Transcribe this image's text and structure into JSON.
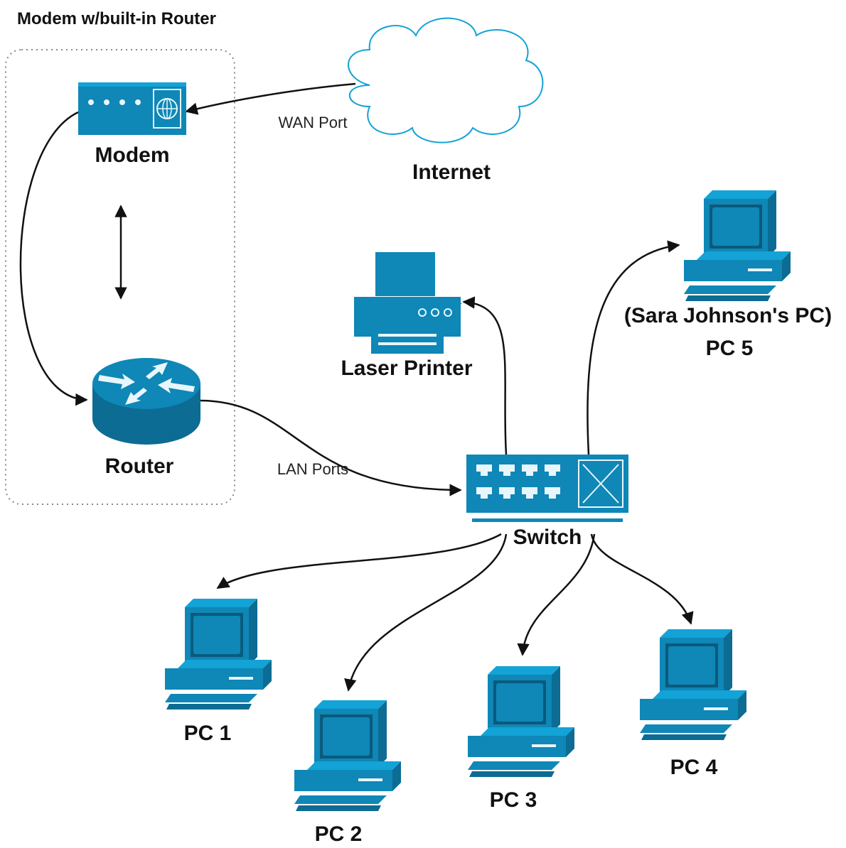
{
  "group": {
    "title": "Modem w/built-in Router"
  },
  "nodes": {
    "internet": {
      "label": "Internet"
    },
    "modem": {
      "label": "Modem"
    },
    "router": {
      "label": "Router"
    },
    "switch": {
      "label": "Switch"
    },
    "printer": {
      "label": "Laser Printer"
    },
    "pc1": {
      "label": "PC 1"
    },
    "pc2": {
      "label": "PC 2"
    },
    "pc3": {
      "label": "PC 3"
    },
    "pc4": {
      "label": "PC 4"
    },
    "pc5": {
      "label": "PC 5",
      "owner_label": "(Sara Johnson's PC)"
    }
  },
  "edges": {
    "wan": {
      "label": "WAN Port"
    },
    "lan": {
      "label": "LAN Ports"
    }
  },
  "colors": {
    "device": "#0f87b7",
    "device_dark": "#0c6c93",
    "device_light": "#13a3d6",
    "line": "#111111",
    "group_border": "#888888"
  }
}
